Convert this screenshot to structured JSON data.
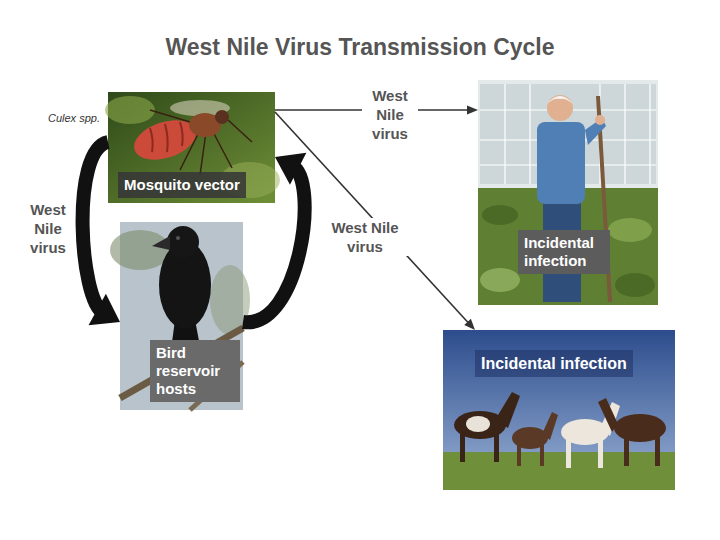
{
  "diagram": {
    "title": "West Nile Virus Transmission Cycle",
    "nodes": [
      {
        "text": [
          "Mosquito vector"
        ]
      },
      {
        "text": [
          "Bird reservoir hosts"
        ]
      },
      {
        "text": [
          "Incidental infection"
        ]
      },
      {
        "text": [
          "Incidental infection"
        ]
      }
    ],
    "edges": [
      {
        "from": 0,
        "to": 2,
        "label": "West Nile virus",
        "arrow": "to"
      },
      {
        "from": 0,
        "to": 3,
        "arrow": "to"
      },
      {
        "from": 0,
        "to": 1,
        "label": "West Nile virus",
        "arrow": "to"
      },
      {
        "from": 1,
        "to": 0,
        "label": "West Nile virus",
        "arrow": "to"
      }
    ],
    "labels": [
      "Culex spp."
    ]
  }
}
